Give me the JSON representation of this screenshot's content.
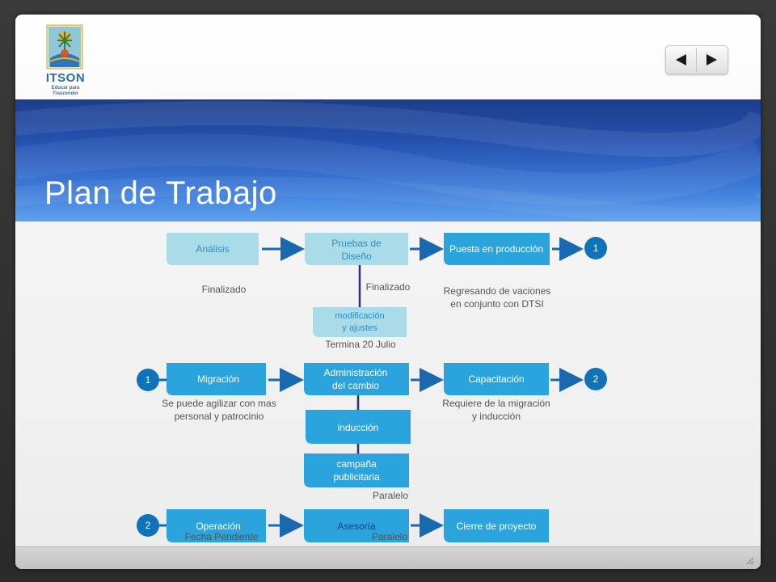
{
  "logo": {
    "name": "ITSON",
    "tagline_line1": "Educar para",
    "tagline_line2": "Trascender"
  },
  "navigation": {
    "prev_icon": "triangle-left-icon",
    "next_icon": "triangle-right-icon"
  },
  "slide": {
    "title": "Plan de Trabajo"
  },
  "colors": {
    "box_fill": "#2ba3dc",
    "box_fill_light": "#a9dce8",
    "circle_fill": "#1072b8",
    "arrow": "#1a68b0",
    "connector": "#2e2f7a"
  },
  "diagram": {
    "row1": {
      "analisis": "Análisis",
      "analisis_note": "Finalizado",
      "pruebas_line1": "Pruebas de",
      "pruebas_line2": "Diseño",
      "pruebas_note": "Finalizado",
      "puesta": "Puesta en producción",
      "puesta_note_line1": "Regresando de vaciones",
      "puesta_note_line2": "en conjunto con DTSI",
      "connector_out": "1",
      "modificacion_line1": "modificación",
      "modificacion_line2": "y ajustes",
      "modificacion_note": "Termina 20 Julio"
    },
    "row2": {
      "connector_in": "1",
      "migracion": "Migración",
      "migracion_note_line1": "Se puede agilizar con mas",
      "migracion_note_line2": "personal y patrocinio",
      "administracion_line1": "Administración",
      "administracion_line2": "del cambio",
      "capacitacion": "Capacitación",
      "capacitacion_note_line1": "Requiere de la migración",
      "capacitacion_note_line2": "y inducción",
      "connector_out": "2",
      "induccion": "inducción",
      "campana_line1": "campaña",
      "campana_line2": "publicitaria",
      "campana_note": "Paralelo"
    },
    "row3": {
      "connector_in": "2",
      "operacion": "Operación",
      "operacion_note": "Fecha Pendiente",
      "asesoria": "Asesoría",
      "asesoria_note": "Paralelo",
      "cierre": "Cierre de proyecto"
    }
  }
}
